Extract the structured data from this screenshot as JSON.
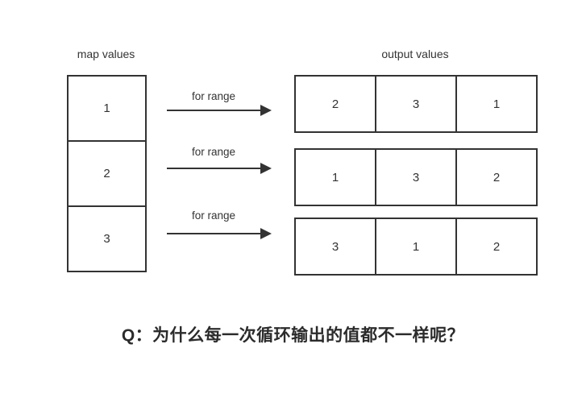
{
  "diagram": {
    "map_label": "map values",
    "output_label": "output values",
    "arrow_label": "for range",
    "map_values": [
      "1",
      "2",
      "3"
    ],
    "output_rows": [
      {
        "values": [
          "2",
          "3",
          "1"
        ]
      },
      {
        "values": [
          "1",
          "3",
          "2"
        ]
      },
      {
        "values": [
          "3",
          "1",
          "2"
        ]
      }
    ],
    "question": "Q：为什么每一次循环输出的值都不一样呢？",
    "colors": {
      "line": "#333333",
      "text": "#333333",
      "question_text": "#2b2b2b",
      "background": "#ffffff"
    }
  }
}
